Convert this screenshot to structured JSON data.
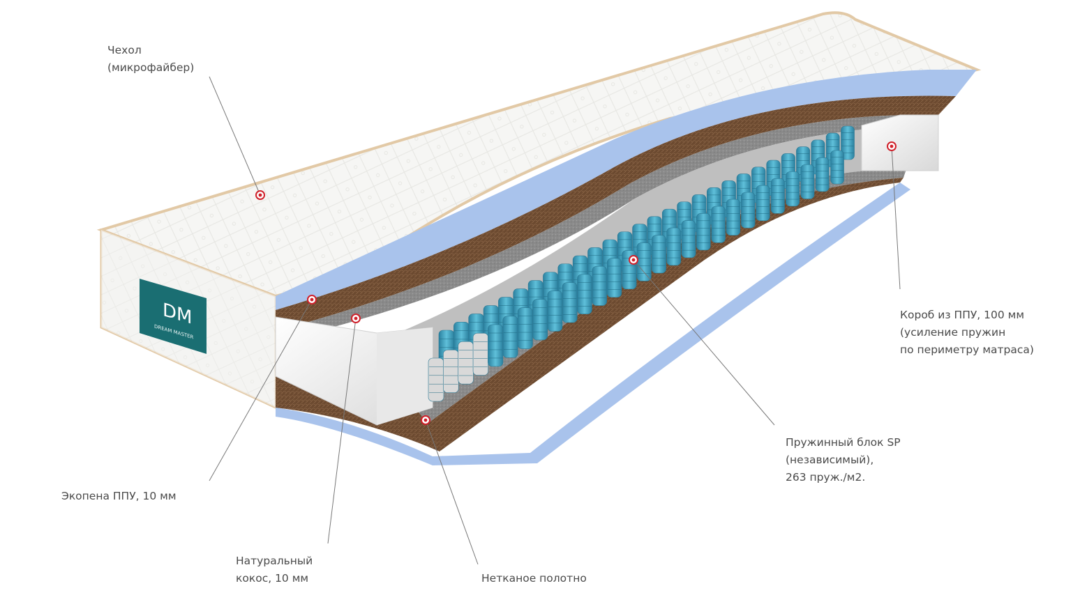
{
  "brand": {
    "logo_text": "DM",
    "logo_subtext": "DREAM MASTER",
    "color": "#1a6e72"
  },
  "callouts": {
    "cover": {
      "line1": "Чехол",
      "line2": "(микрофайбер)"
    },
    "foam_box": {
      "line1": "Короб из ППУ, 100 мм",
      "line2": "(усиление пружин",
      "line3": "по периметру матраса)"
    },
    "spring_block": {
      "line1": "Пружинный блок SP",
      "line2": "(независимый),",
      "line3": "263 пруж./м2."
    },
    "ecofoam": {
      "line1": "Экопена ППУ, 10 мм"
    },
    "coconut": {
      "line1": "Натуральный",
      "line2": "кокос, 10 мм"
    },
    "nonwoven": {
      "line1": "Нетканое полотно"
    }
  },
  "colors": {
    "cover": "#f4f4f2",
    "piping": "#e2c9a6",
    "foam_blue": "#a9c3ec",
    "coconut": "#6e4a30",
    "felt": "#8d8d8d",
    "foam_white": "#eeeeee",
    "spring": "#3c9fbc",
    "marker": "#d0202a",
    "leader": "#777777"
  }
}
